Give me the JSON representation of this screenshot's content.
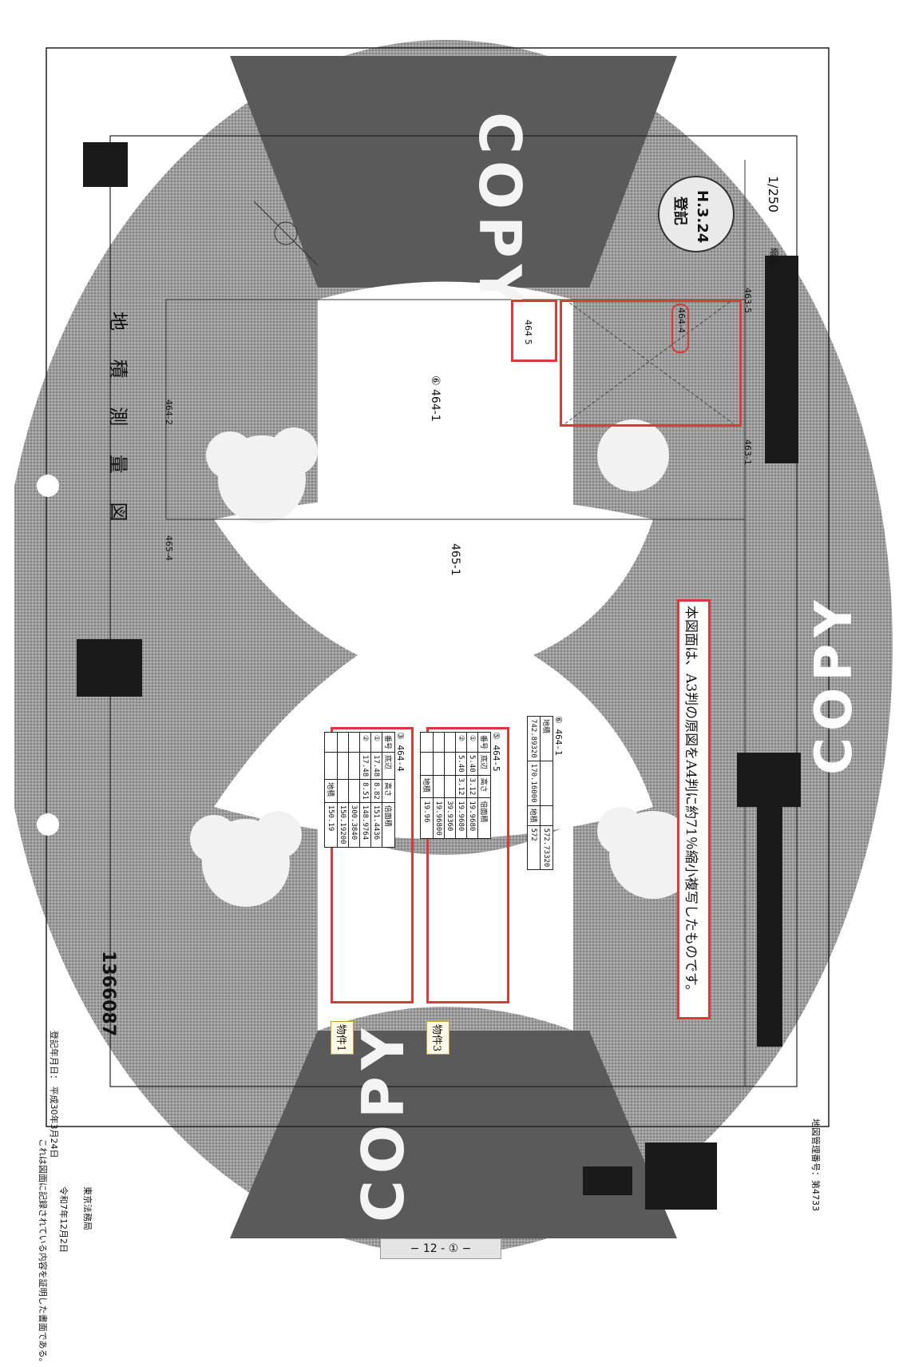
{
  "title": "地 積 測 量 図",
  "registration_date_label": "登記年月日： 平成30年3月24日",
  "doc_number": "1366087",
  "parcel_labels": {
    "main_4641": "⑥ 464-1",
    "p4651": "465-1",
    "p4642": "464-2",
    "p4645": "464-5",
    "p4634": "465-4",
    "p4635": "463-5",
    "p4631": "463-1",
    "p4645_small": "464\n5",
    "p4644_oval": "464-4"
  },
  "stamp": {
    "date": "H.3.24",
    "word": "登記"
  },
  "scale": "1/250",
  "scale_label": "縮尺",
  "note_text": "本図面は、A3判の原図をA4判に約71％縮小複写したものです。",
  "tags": {
    "item1": "物件1",
    "item3": "物件3"
  },
  "table1": {
    "header": "③ 464-4",
    "rows": [
      [
        "番号",
        "底辺",
        "高さ",
        "倍面積"
      ],
      [
        "①",
        "17.48",
        "8.82",
        "151.4436"
      ],
      [
        "②",
        "17.48",
        "8.51",
        "148.9764"
      ],
      [
        "",
        "",
        "",
        "300.3840"
      ],
      [
        "",
        "",
        "",
        "150.19200"
      ],
      [
        "",
        "",
        "地積",
        "150.19"
      ]
    ]
  },
  "table3": {
    "header": "⑤ 464-5",
    "rows": [
      [
        "番号",
        "底辺",
        "高さ",
        "倍面積"
      ],
      [
        "①",
        "5.40",
        "3.12",
        "19.9680"
      ],
      [
        "②",
        "5.40",
        "3.12",
        "19.9680"
      ],
      [
        "",
        "",
        "",
        "39.9360"
      ],
      [
        "",
        "",
        "",
        "19.96800"
      ],
      [
        "",
        "",
        "地積",
        "19.96"
      ]
    ]
  },
  "table_main": {
    "header": "⑥ 464-1",
    "rows": [
      [
        "地積",
        "",
        "",
        "572.73320"
      ],
      [
        "742.89320",
        "170.16000",
        "地積",
        "572"
      ]
    ]
  },
  "footer": {
    "page": "− 12 - ① −",
    "map_number": "地図管理番号：第4733",
    "certification": "これは図面に記録されている内容を証明した書面である。",
    "date": "令和7年12月2日",
    "office": "東京法務局"
  },
  "watermark": "COPY",
  "colors": {
    "paper": "#ffffff",
    "halftone": "#8a8a8a",
    "copy_band": "#555555",
    "red": "#d93a3a"
  }
}
